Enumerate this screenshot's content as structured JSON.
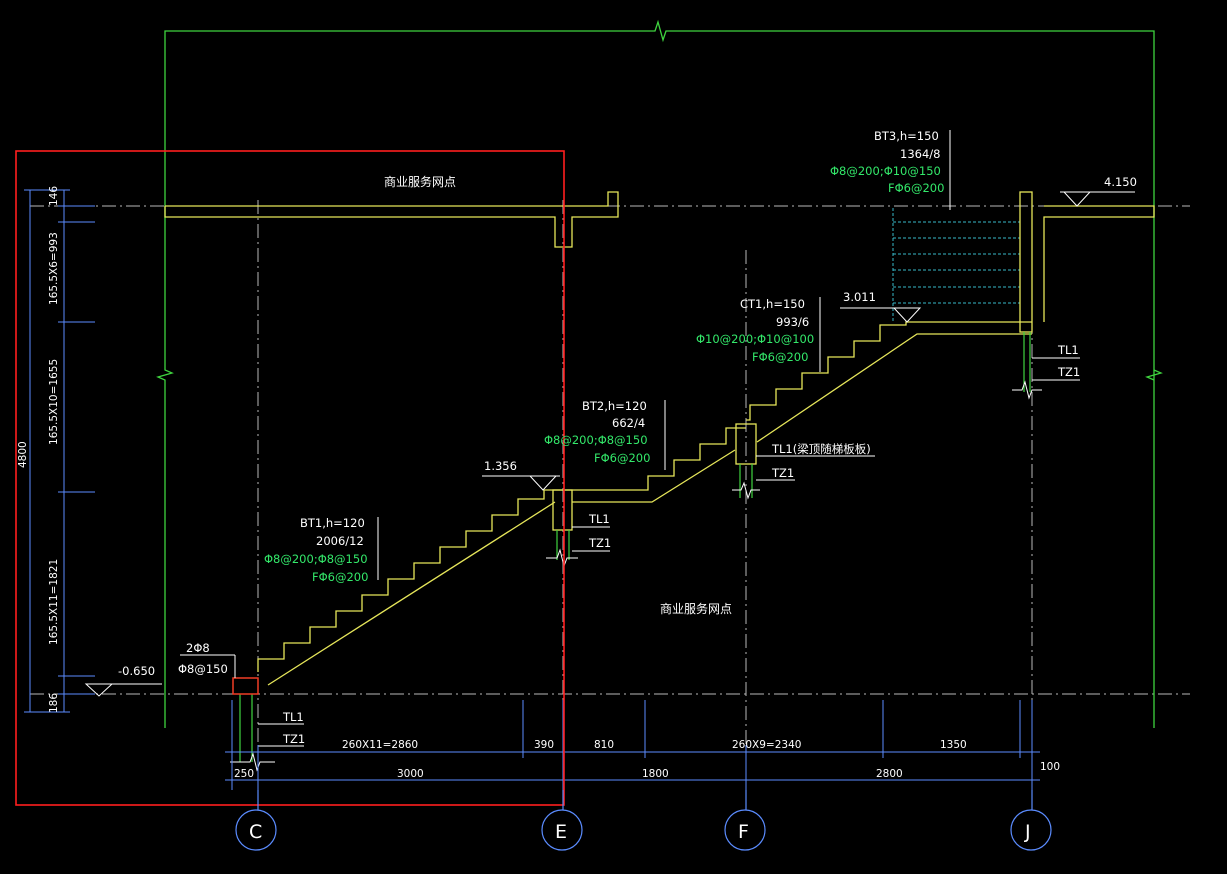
{
  "drawing": {
    "room_label_upper": "商业服务网点",
    "room_label_lower": "商业服务网点",
    "elevations": {
      "bottom": "-0.650",
      "landing_1": "1.356",
      "landing_2": "3.011",
      "top": "4.150"
    },
    "flights": [
      {
        "name": "BT1,h=120",
        "size": "2006/12",
        "rebar_main": "Φ8@200;Φ8@150",
        "rebar_dist": "FΦ6@200"
      },
      {
        "name": "BT2,h=120",
        "size": "662/4",
        "rebar_main": "Φ8@200;Φ8@150",
        "rebar_dist": "FΦ6@200"
      },
      {
        "name": "CT1,h=150",
        "size": "993/6",
        "rebar_main": "Φ10@200;Φ10@100",
        "rebar_dist": "FΦ6@200"
      },
      {
        "name": "BT3,h=150",
        "size": "1364/8",
        "rebar_main": "Φ8@200;Φ10@150",
        "rebar_dist": "FΦ6@200"
      }
    ],
    "beam_labels": {
      "tl1": "TL1",
      "tz1": "TZ1",
      "tl1_note": "TL1(梁顶随梯板板)"
    },
    "beam_rebar": {
      "top": "2Φ8",
      "stirrup": "Φ8@150"
    },
    "vertical_dims": {
      "d146": "146",
      "d993": "165.5X6=993",
      "d1655": "165.5X10=1655",
      "d1821": "165.5X11=1821",
      "d186": "186",
      "total": "4800"
    },
    "horizontal_dims_row1": {
      "d2860": "260X11=2860",
      "d390": "390",
      "d810": "810",
      "d2340": "260X9=2340",
      "d1350": "1350"
    },
    "horizontal_dims_row2": {
      "d250": "250",
      "d3000": "3000",
      "d1800": "1800",
      "d2800": "2800",
      "d100": "100"
    },
    "axes": [
      "C",
      "E",
      "F",
      "J"
    ],
    "colors": {
      "background": "#000000",
      "structure": "#e6e65a",
      "dimension": "#5b8cff",
      "grid": "#b8b8b8",
      "wall": "#3fd43f",
      "annotation_rebar": "#33e86a",
      "highlight_box": "#ff1e1e",
      "hatch": "#37b9c9"
    }
  }
}
